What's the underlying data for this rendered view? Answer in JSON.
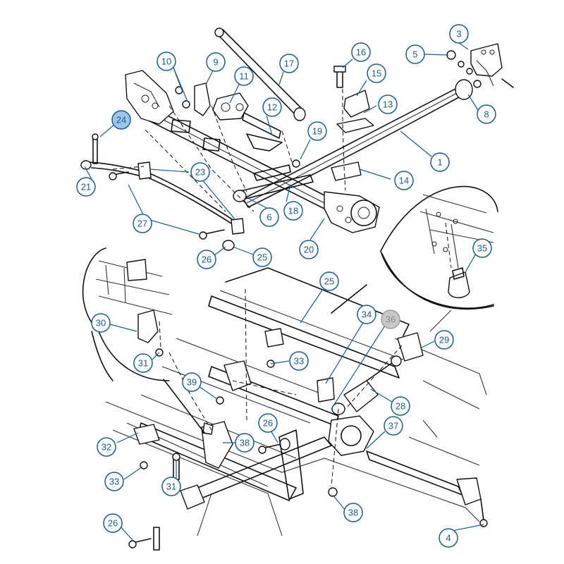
{
  "diagram": {
    "colors": {
      "callout": "#1a5d97",
      "highlight_fill": "#9ec6e8",
      "inactive_fill": "#c8c8c8",
      "line": "#111111"
    },
    "callouts": [
      {
        "id": "c1",
        "label": "1",
        "style": "normal"
      },
      {
        "id": "c3",
        "label": "3",
        "style": "normal"
      },
      {
        "id": "c4",
        "label": "4",
        "style": "normal"
      },
      {
        "id": "c5",
        "label": "5",
        "style": "normal"
      },
      {
        "id": "c6",
        "label": "6",
        "style": "normal"
      },
      {
        "id": "c8",
        "label": "8",
        "style": "normal"
      },
      {
        "id": "c9",
        "label": "9",
        "style": "normal"
      },
      {
        "id": "c10",
        "label": "10",
        "style": "normal"
      },
      {
        "id": "c11",
        "label": "11",
        "style": "normal"
      },
      {
        "id": "c12",
        "label": "12",
        "style": "normal"
      },
      {
        "id": "c13",
        "label": "13",
        "style": "normal"
      },
      {
        "id": "c14",
        "label": "14",
        "style": "normal"
      },
      {
        "id": "c15",
        "label": "15",
        "style": "normal"
      },
      {
        "id": "c16",
        "label": "16",
        "style": "normal"
      },
      {
        "id": "c17",
        "label": "17",
        "style": "normal"
      },
      {
        "id": "c18",
        "label": "18",
        "style": "normal"
      },
      {
        "id": "c19",
        "label": "19",
        "style": "normal"
      },
      {
        "id": "c20",
        "label": "20",
        "style": "normal"
      },
      {
        "id": "c21",
        "label": "21",
        "style": "normal"
      },
      {
        "id": "c23",
        "label": "23",
        "style": "normal"
      },
      {
        "id": "c24",
        "label": "24",
        "style": "highlight"
      },
      {
        "id": "c25a",
        "label": "25",
        "style": "normal"
      },
      {
        "id": "c25b",
        "label": "25",
        "style": "normal"
      },
      {
        "id": "c26a",
        "label": "26",
        "style": "normal"
      },
      {
        "id": "c26b",
        "label": "26",
        "style": "normal"
      },
      {
        "id": "c26c",
        "label": "26",
        "style": "normal"
      },
      {
        "id": "c27",
        "label": "27",
        "style": "normal"
      },
      {
        "id": "c28",
        "label": "28",
        "style": "normal"
      },
      {
        "id": "c29",
        "label": "29",
        "style": "normal"
      },
      {
        "id": "c30",
        "label": "30",
        "style": "normal"
      },
      {
        "id": "c31a",
        "label": "31",
        "style": "normal"
      },
      {
        "id": "c31b",
        "label": "31",
        "style": "normal"
      },
      {
        "id": "c32",
        "label": "32",
        "style": "normal"
      },
      {
        "id": "c33a",
        "label": "33",
        "style": "normal"
      },
      {
        "id": "c33b",
        "label": "33",
        "style": "normal"
      },
      {
        "id": "c34",
        "label": "34",
        "style": "normal"
      },
      {
        "id": "c35",
        "label": "35",
        "style": "normal"
      },
      {
        "id": "c36",
        "label": "36",
        "style": "inactive"
      },
      {
        "id": "c37",
        "label": "37",
        "style": "normal"
      },
      {
        "id": "c38a",
        "label": "38",
        "style": "normal"
      },
      {
        "id": "c38b",
        "label": "38",
        "style": "normal"
      },
      {
        "id": "c39",
        "label": "39",
        "style": "normal"
      }
    ]
  }
}
